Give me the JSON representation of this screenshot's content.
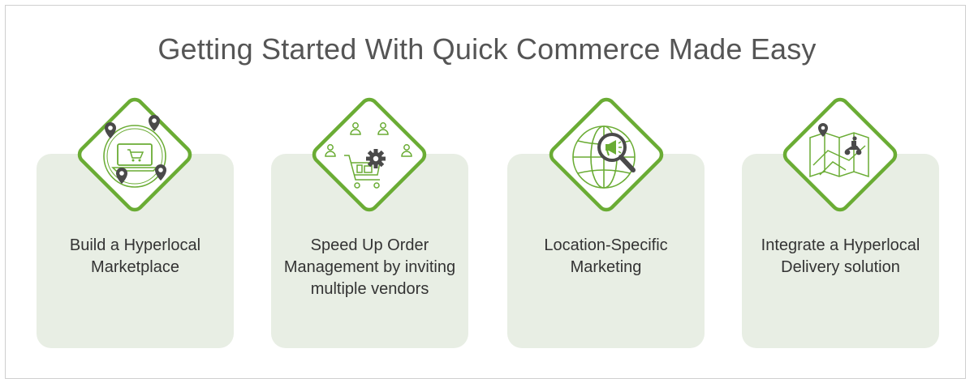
{
  "title": "Getting Started With Quick Commerce Made Easy",
  "colors": {
    "accent": "#6aac34",
    "card": "#e8eee4",
    "icon_dark": "#4a4a4a",
    "text": "#333333",
    "title": "#555555"
  },
  "steps": [
    {
      "label": "Build a Hyperlocal Marketplace",
      "icon": "laptop-cart-map-pins-icon"
    },
    {
      "label": "Speed Up Order Management by inviting multiple vendors",
      "icon": "cart-gear-users-icon"
    },
    {
      "label": "Location-Specific Marketing",
      "icon": "globe-megaphone-magnifier-icon"
    },
    {
      "label": "Integrate a Hyperlocal Delivery solution",
      "icon": "map-delivery-scooter-icon"
    }
  ]
}
